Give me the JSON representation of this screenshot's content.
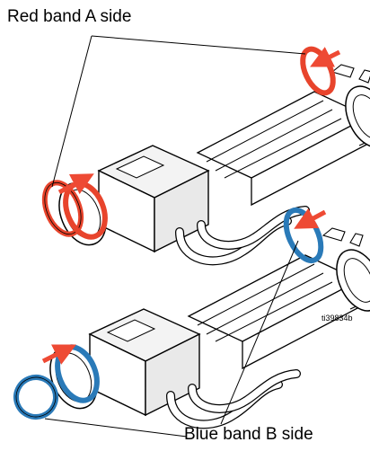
{
  "labels": {
    "red_band_side": "Red band A side",
    "blue_band_side": "Blue band B side",
    "figure_id": "ti39834b"
  },
  "colors": {
    "red_band": "#e8442c",
    "blue_band": "#2a7ab8",
    "arrow": "#ee4a34",
    "line": "#000000"
  },
  "icons": [
    "red-band-ring-icon",
    "blue-band-ring-icon",
    "insert-arrow-icon"
  ]
}
